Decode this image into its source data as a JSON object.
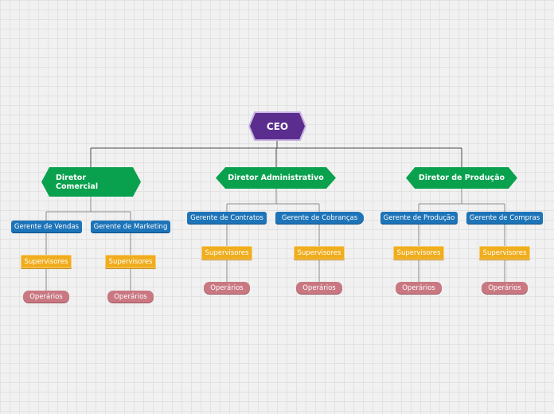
{
  "colors": {
    "ceo": "#5b2d8e",
    "director": "#0aa14e",
    "manager": "#1d74b8",
    "supervisor": "#f0ad1d",
    "operator": "#c97882",
    "connector": "#4a4a4a"
  },
  "ceo": {
    "label": "CEO"
  },
  "directors": [
    {
      "label": "Diretor Comercial",
      "managers": [
        {
          "label": "Gerente de Vendas",
          "supervisor": "Supervisores",
          "operator": "Operários"
        },
        {
          "label": "Gerente de Marketing",
          "supervisor": "Supervisores",
          "operator": "Operários"
        }
      ]
    },
    {
      "label": "Diretor Administrativo",
      "managers": [
        {
          "label": "Gerente de Contratos",
          "supervisor": "Supervisores",
          "operator": "Operários"
        },
        {
          "label": "Gerente de Cobranças",
          "supervisor": "Supervisores",
          "operator": "Operários"
        }
      ]
    },
    {
      "label": "Diretor de Produção",
      "managers": [
        {
          "label": "Gerente de Produção",
          "supervisor": "Supervisores",
          "operator": "Operários"
        },
        {
          "label": "Gerente de Compras",
          "supervisor": "Supervisores",
          "operator": "Operários"
        }
      ]
    }
  ]
}
